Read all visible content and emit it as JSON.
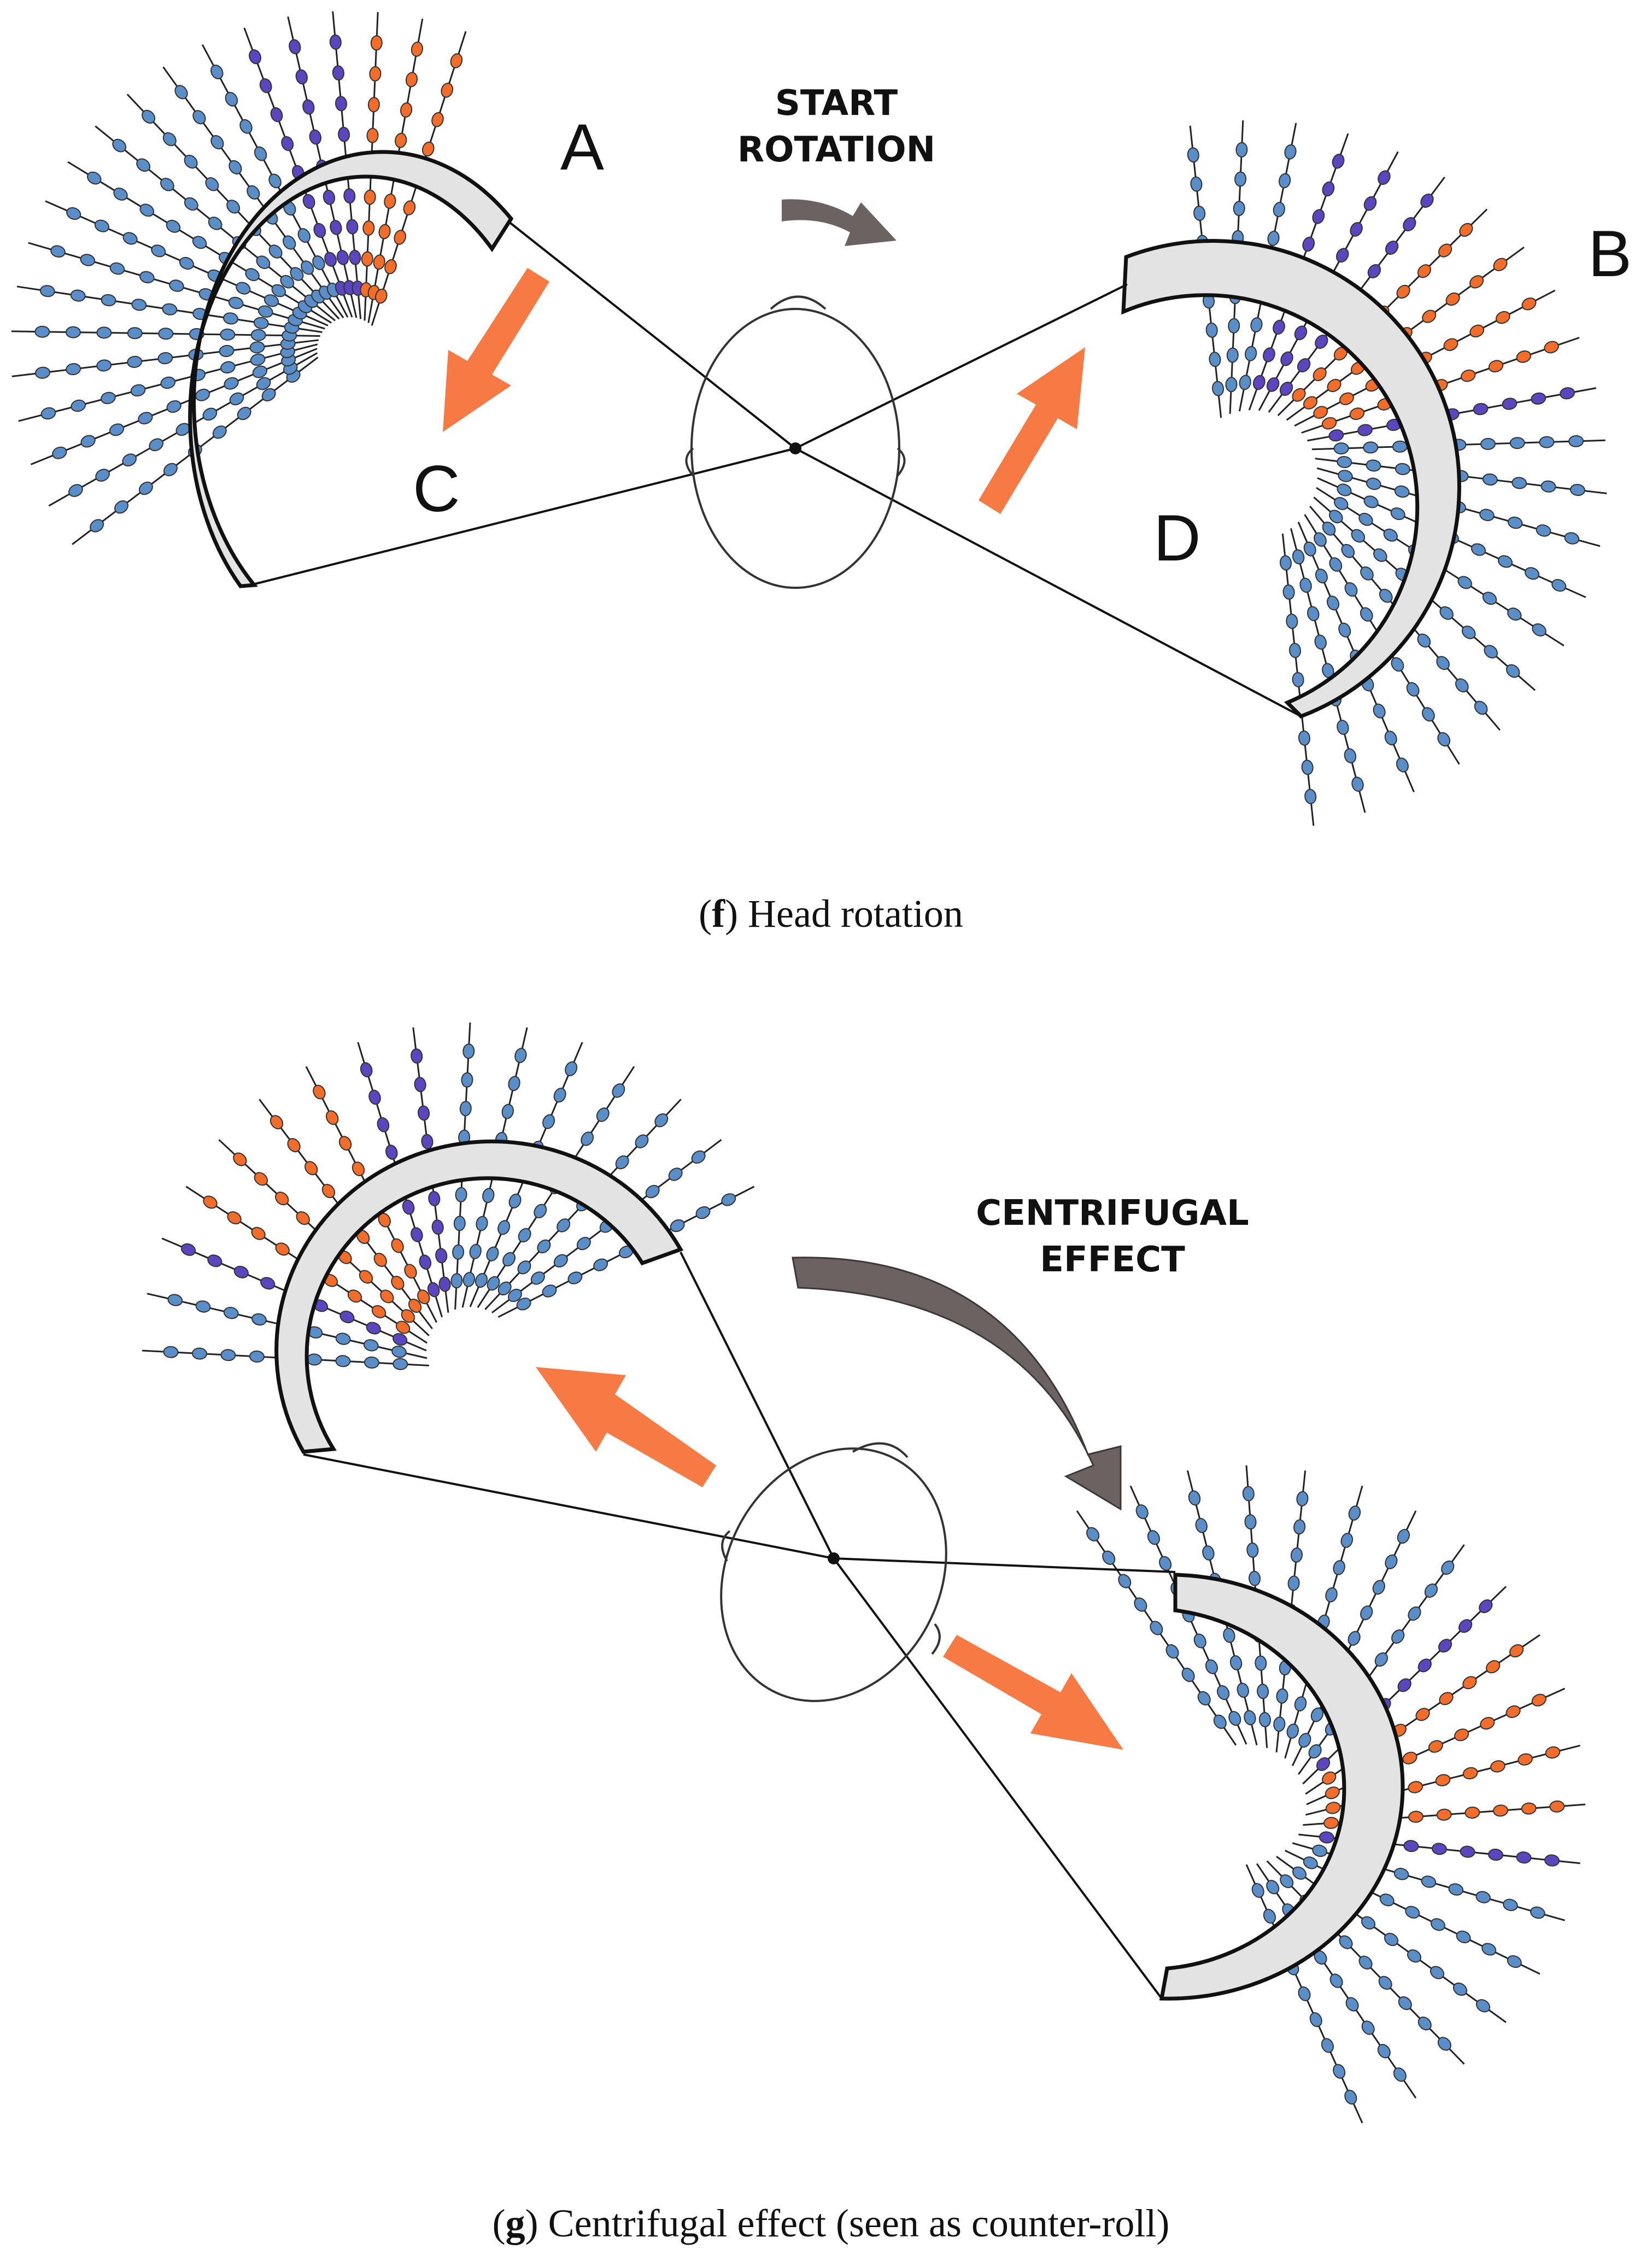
{
  "panel_f": {
    "heading_line1": "START",
    "heading_line2": "ROTATION",
    "label_a": "A",
    "label_b": "B",
    "label_c": "C",
    "label_d": "D",
    "caption_letter": "f",
    "caption_text": " Head rotation",
    "caption_open": "(",
    "caption_close": ")"
  },
  "panel_g": {
    "heading_line1": "CENTRIFUGAL",
    "heading_line2": "EFFECT",
    "caption_letter": "g",
    "caption_text": " Centrifugal effect (seen as counter-roll)",
    "caption_open": "(",
    "caption_close": ")"
  },
  "colors": {
    "hair_cell_blue": "#5a8ec9",
    "hair_cell_purple": "#5b46c0",
    "hair_cell_orange": "#f26d2a",
    "canal_fill": "#e3e3e3",
    "arrow_orange": "#f77a45",
    "arrow_gray": "#6b6261"
  }
}
